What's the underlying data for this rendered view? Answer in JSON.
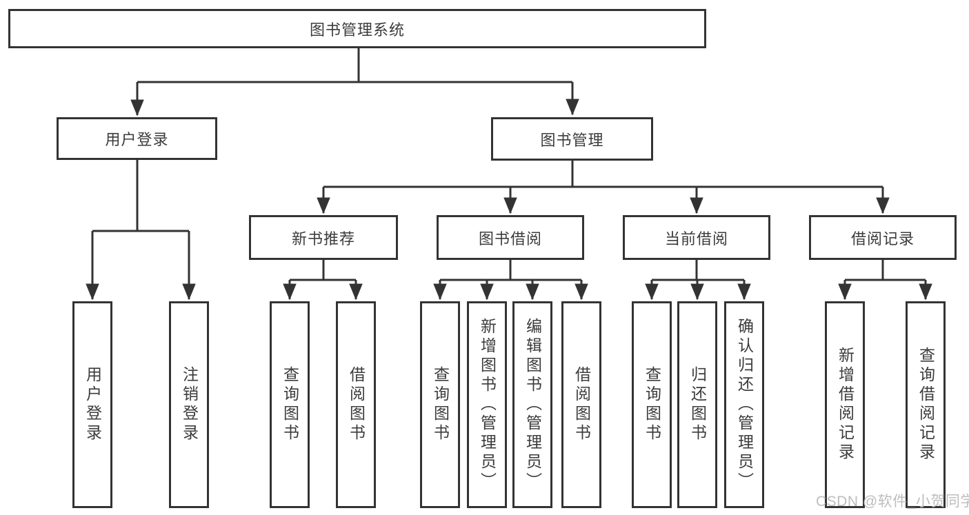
{
  "diagram": {
    "root": "图书管理系统",
    "branches": {
      "userLogin": {
        "label": "用户登录",
        "children": [
          "用户登录",
          "注销登录"
        ]
      },
      "bookMgmt": {
        "label": "图书管理"
      }
    },
    "sections": [
      {
        "label": "新书推荐",
        "children": [
          "查询图书",
          "借阅图书"
        ]
      },
      {
        "label": "图书借阅",
        "children": [
          "查询图书",
          "新增图书（管理员）",
          "编辑图书（管理员）",
          "借阅图书"
        ]
      },
      {
        "label": "当前借阅",
        "children": [
          "查询图书",
          "归还图书",
          "确认归还（管理员）"
        ]
      },
      {
        "label": "借阅记录",
        "children": [
          "新增借阅记录",
          "查询借阅记录"
        ]
      }
    ],
    "watermark": "CSDN @软件_小贺同学",
    "colors": {
      "line": "#333333",
      "text": "#3b3b3b",
      "box_background": "#ffffff",
      "watermark": "#bdbdbd"
    }
  }
}
